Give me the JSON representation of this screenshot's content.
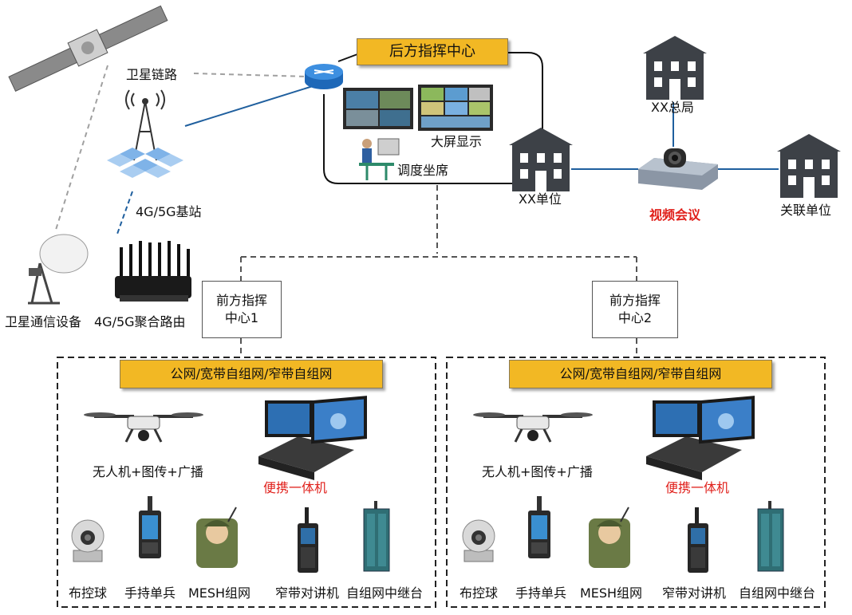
{
  "title": "后方指挥中心",
  "satellite_link": "卫星链路",
  "base_station": "4G/5G基站",
  "satellite_device": "卫星通信设备",
  "router": "4G/5G聚合路由",
  "big_screen": "大屏显示",
  "dispatch_seat": "调度坐席",
  "hq": "XX总局",
  "unit": "XX单位",
  "video_conference": "视频会议",
  "related_unit": "关联单位",
  "front_centers": [
    {
      "name_line1": "前方指挥",
      "name_line2": "中心1",
      "network": "公网/宽带自组网/窄带自组网",
      "drone": "无人机+图传+广播",
      "portable": "便携一体机",
      "devices": [
        "布控球",
        "手持单兵",
        "MESH组网",
        "窄带对讲机",
        "自组网中继台"
      ]
    },
    {
      "name_line1": "前方指挥",
      "name_line2": "中心2",
      "network": "公网/宽带自组网/窄带自组网",
      "drone": "无人机+图传+广播",
      "portable": "便携一体机",
      "devices": [
        "布控球",
        "手持单兵",
        "MESH组网",
        "窄带对讲机",
        "自组网中继台"
      ]
    }
  ],
  "colors": {
    "banner": "#f2b824",
    "link_line": "#1f5f9e",
    "dashed_gray": "#a0a0a0",
    "highlight_red": "#e0201b",
    "building": "#3d4147"
  }
}
